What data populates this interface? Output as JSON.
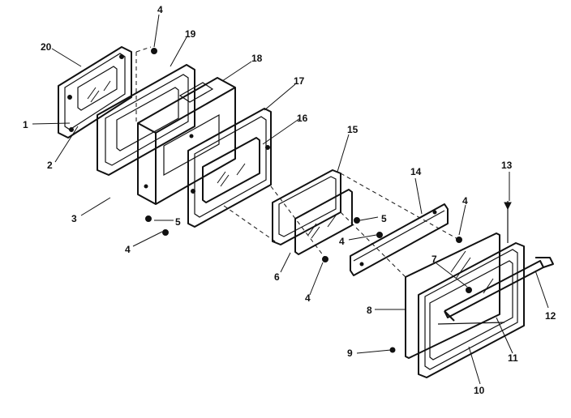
{
  "diagram": {
    "callouts": [
      {
        "id": "c1",
        "text": "1"
      },
      {
        "id": "c2",
        "text": "2"
      },
      {
        "id": "c3",
        "text": "3"
      },
      {
        "id": "c4a",
        "text": "4"
      },
      {
        "id": "c4b",
        "text": "4"
      },
      {
        "id": "c4c",
        "text": "4"
      },
      {
        "id": "c4d",
        "text": "4"
      },
      {
        "id": "c4e",
        "text": "4"
      },
      {
        "id": "c5a",
        "text": "5"
      },
      {
        "id": "c5b",
        "text": "5"
      },
      {
        "id": "c6",
        "text": "6"
      },
      {
        "id": "c7",
        "text": "7"
      },
      {
        "id": "c8",
        "text": "8"
      },
      {
        "id": "c9",
        "text": "9"
      },
      {
        "id": "c10",
        "text": "10"
      },
      {
        "id": "c11",
        "text": "11"
      },
      {
        "id": "c12",
        "text": "12"
      },
      {
        "id": "c13",
        "text": "13"
      },
      {
        "id": "c14",
        "text": "14"
      },
      {
        "id": "c15",
        "text": "15"
      },
      {
        "id": "c16",
        "text": "16"
      },
      {
        "id": "c17",
        "text": "17"
      },
      {
        "id": "c18",
        "text": "18"
      },
      {
        "id": "c19",
        "text": "19"
      },
      {
        "id": "c20",
        "text": "20"
      }
    ]
  }
}
